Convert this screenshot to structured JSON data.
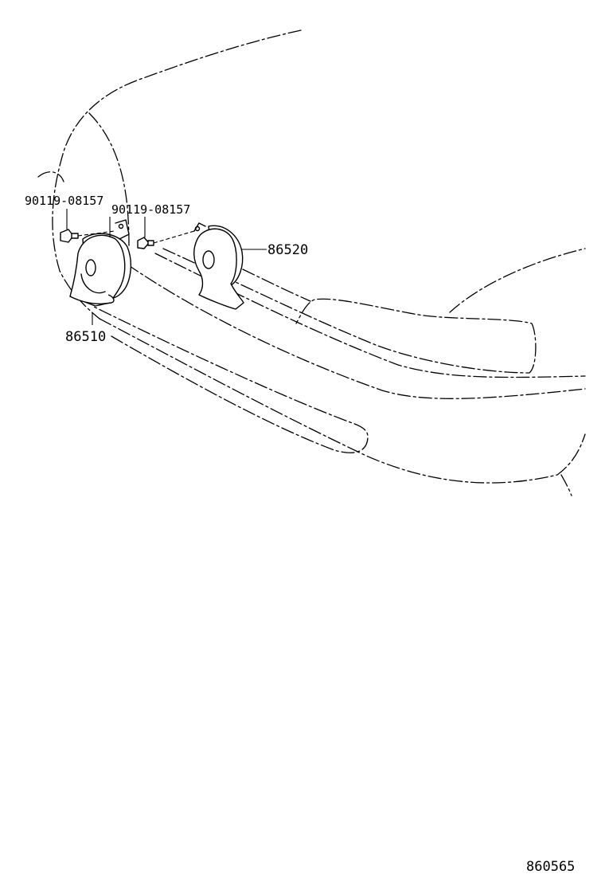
{
  "parts": {
    "bolt_left": "90119-08157",
    "bolt_right": "90119-08157",
    "horn_high": "86520",
    "horn_low": "86510"
  },
  "figure_code": "860565"
}
